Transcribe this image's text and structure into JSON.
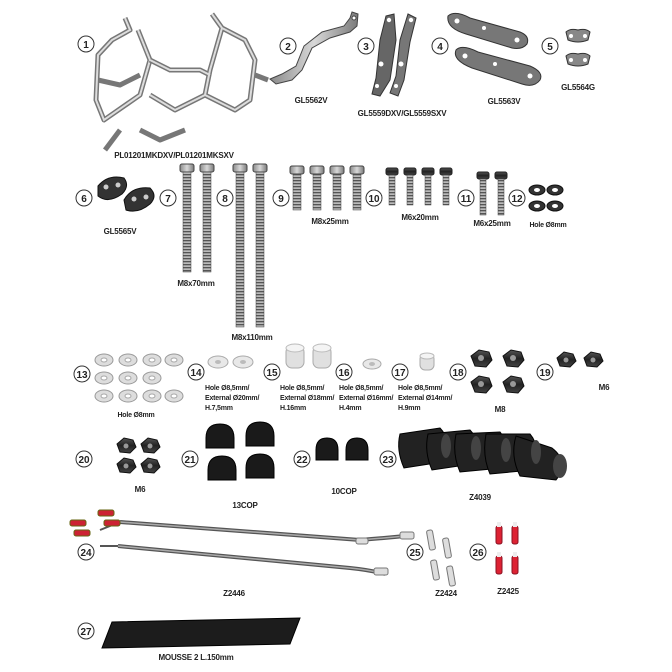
{
  "items": [
    {
      "num": "1",
      "label": "PL01201MKDXV/PL01201MKSXV"
    },
    {
      "num": "2",
      "label": "GL5562V"
    },
    {
      "num": "3",
      "label": "GL5559DXV/GL5559SXV"
    },
    {
      "num": "4",
      "label": "GL5563V"
    },
    {
      "num": "5",
      "label": "GL5564G"
    },
    {
      "num": "6",
      "label": "GL5565V"
    },
    {
      "num": "7",
      "label": "M8x70mm"
    },
    {
      "num": "8",
      "label": "M8x110mm"
    },
    {
      "num": "9",
      "label": "M8x25mm"
    },
    {
      "num": "10",
      "label": "M6x20mm"
    },
    {
      "num": "11",
      "label": "M6x25mm"
    },
    {
      "num": "12",
      "label": "Hole Ø8mm"
    },
    {
      "num": "13",
      "label": "Hole Ø8mm"
    },
    {
      "num": "14",
      "lines": [
        "Hole Ø8,5mm/",
        "External Ø20mm/",
        "H.7,5mm"
      ]
    },
    {
      "num": "15",
      "lines": [
        "Hole Ø8,5mm/",
        "External Ø18mm/",
        "H.16mm"
      ]
    },
    {
      "num": "16",
      "lines": [
        "Hole Ø8,5mm/",
        "External Ø16mm/",
        "H.4mm"
      ]
    },
    {
      "num": "17",
      "lines": [
        "Hole Ø8,5mm/",
        "External Ø14mm/",
        "H.9mm"
      ]
    },
    {
      "num": "18",
      "label": "M8"
    },
    {
      "num": "19",
      "label": "M6"
    },
    {
      "num": "20",
      "label": "M6"
    },
    {
      "num": "21",
      "label": "13COP"
    },
    {
      "num": "22",
      "label": "10COP"
    },
    {
      "num": "23",
      "label": "Z4039"
    },
    {
      "num": "24",
      "label": "Z2446"
    },
    {
      "num": "25",
      "label": "Z2424"
    },
    {
      "num": "26",
      "label": "Z2425"
    },
    {
      "num": "27",
      "label": "MOUSSE 2 L.150mm"
    }
  ]
}
